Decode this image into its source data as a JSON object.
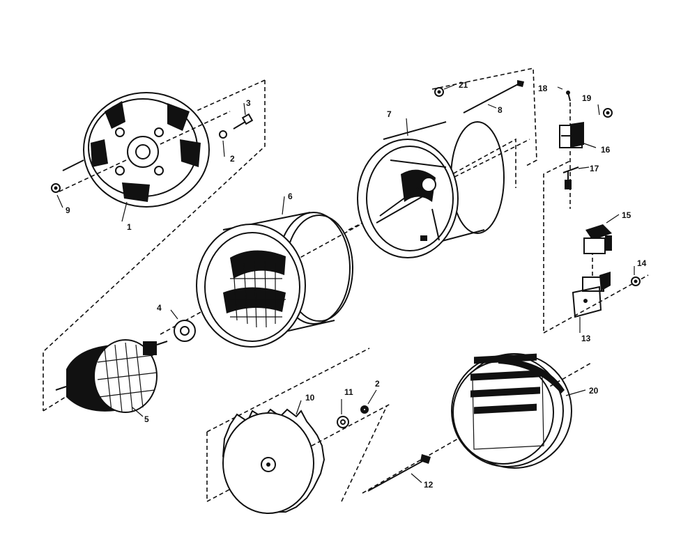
{
  "part_labels": {
    "p1": "1",
    "p2a": "2",
    "p2b": "2",
    "p3": "3",
    "p4": "4",
    "p5": "5",
    "p6": "6",
    "p7": "7",
    "p8": "8",
    "p9": "9",
    "p10": "10",
    "p11": "11",
    "p12": "12",
    "p13": "13",
    "p14": "14",
    "p15": "15",
    "p16": "16",
    "p17": "17",
    "p18": "18",
    "p19": "19",
    "p20": "20",
    "p21": "21"
  },
  "colors": {
    "ink": "#111111",
    "paper": "#ffffff"
  }
}
